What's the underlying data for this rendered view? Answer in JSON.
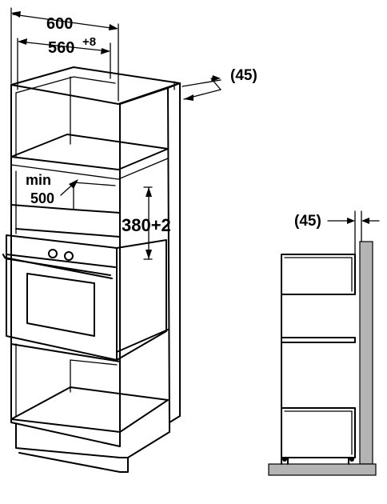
{
  "dimensions": {
    "total_width": "600",
    "niche_width": "560",
    "niche_width_tolerance": "+8",
    "rear_gap_top": "(45)",
    "min_depth_line1": "min",
    "min_depth_line2": "500",
    "niche_height": "380+2",
    "rear_gap_side": "(45)"
  },
  "colors": {
    "line": "#000000",
    "wall": "#b4b4b4",
    "background": "#ffffff"
  }
}
